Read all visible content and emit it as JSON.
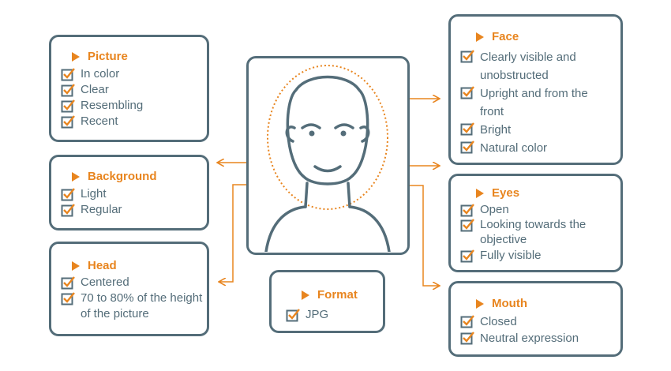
{
  "colors": {
    "accent": "#e8851f",
    "frame": "#546d79",
    "text": "#546d79"
  },
  "icons": {
    "check": "checked-box-icon",
    "bullet": "triangle-bullet-icon"
  },
  "picture": {
    "title": "Picture",
    "items": [
      "In color",
      "Clear",
      "Resembling",
      "Recent"
    ]
  },
  "background": {
    "title": "Background",
    "items": [
      "Light",
      "Regular"
    ]
  },
  "head": {
    "title": "Head",
    "items": [
      "Centered",
      "70 to 80% of the height of the picture"
    ]
  },
  "format": {
    "title": "Format",
    "items": [
      "JPG"
    ]
  },
  "face": {
    "title": "Face",
    "items": [
      "Clearly visible and unobstructed",
      "Upright and from the front",
      "Bright",
      "Natural color"
    ]
  },
  "eyes": {
    "title": "Eyes",
    "items": [
      "Open",
      "Looking towards the objective",
      "Fully visible"
    ]
  },
  "mouth": {
    "title": "Mouth",
    "items": [
      "Closed",
      "Neutral expression"
    ]
  }
}
